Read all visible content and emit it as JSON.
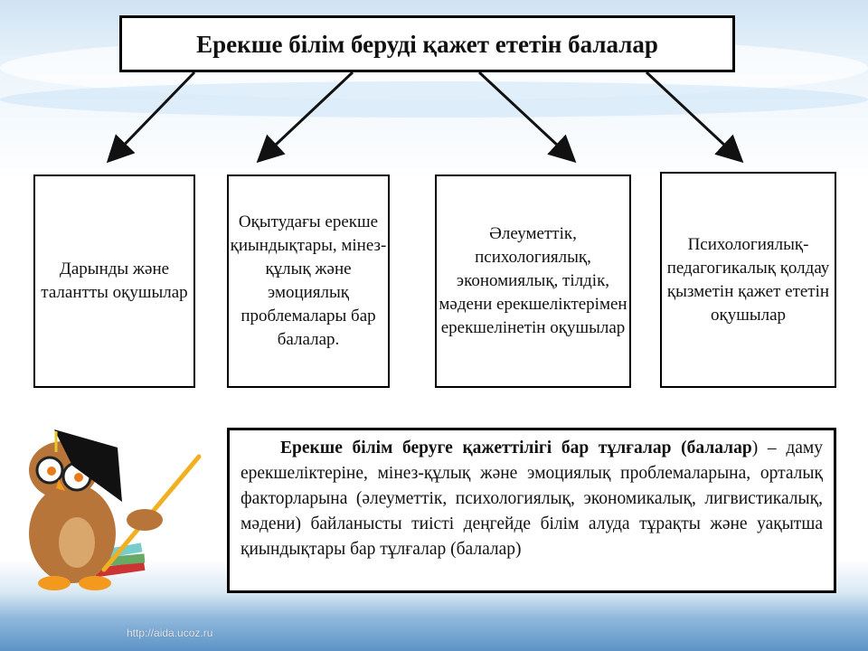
{
  "title": "Ерекше білім беруді қажет ететін балалар",
  "categories": [
    {
      "label": "Дарынды және талантты оқушылар"
    },
    {
      "label": "Оқытудағы ерекше қиындықтары, мінез-құлық және эмоциялық проблемалары бар балалар."
    },
    {
      "label": "Әлеуметтік, психологиялық, экономиялық, тілдік, мәдени ерекшеліктерімен ерекшелінетін оқушылар"
    },
    {
      "label": "Психологиялық-педагогикалық қолдау қызметін қажет ететін оқушылар"
    }
  ],
  "definition": {
    "term": "Ерекше білім беруге қажеттілігі бар тұлғалар (балалар",
    "text": ") – даму ерекшеліктеріне, мінез-құлық және эмоциялық проблемаларына, орталық факторларына (әлеуметтік, психологиялық, экономикалық, лигвистикалық, мәдени) байланысты тиісті деңгейде білім алуда тұрақты және уақытша қиындықтары бар тұлғалар (балалар)"
  },
  "footer_url": "http://aida.ucoz.ru"
}
